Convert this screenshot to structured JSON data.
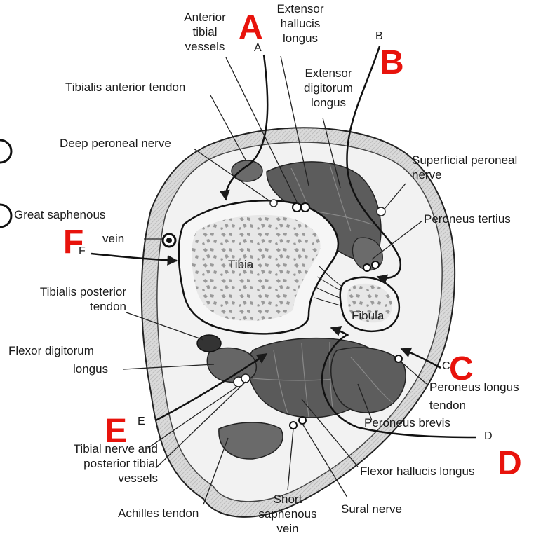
{
  "labels": {
    "anterior_tibial_vessels": "Anterior\ntibial\nvessels",
    "extensor_hallucis_longus": "Extensor\nhallucis\nlongus",
    "extensor_digitorum_longus": "Extensor\ndigitorum\nlongus",
    "tibialis_anterior_tendon": "Tibialis anterior tendon",
    "deep_peroneal_nerve": "Deep peroneal nerve",
    "superficial_peroneal_nerve": "Superficial peroneal\nnerve",
    "great_saphenous_vein": "Great saphenous",
    "vein": "vein",
    "peroneus_tertius": "Peroneus tertius",
    "tibia": "Tibia",
    "fibula": "Fibula",
    "tibialis_posterior_tendon": "Tibialis posterior\ntendon",
    "flexor_digitorum_longus_1": "Flexor digitorum",
    "flexor_digitorum_longus_2": "longus",
    "peroneus_longus_tendon_1": "Peroneus longus",
    "peroneus_longus_tendon_2": "tendon",
    "peroneus_brevis": "Peroneus brevis",
    "tibial_nerve": "Tibial nerve and\nposterior tibial\nvessels",
    "flexor_hallucis_longus": "Flexor hallucis longus",
    "achilles_tendon": "Achilles tendon",
    "short_saphenous_vein": "Short\nsaphenous\nvein",
    "sural_nerve": "Sural nerve"
  },
  "approach_letters": {
    "a": "A",
    "b": "B",
    "c": "C",
    "d": "D",
    "e": "E",
    "f": "F"
  },
  "red_markers": {
    "a": "A",
    "b": "B",
    "c": "C",
    "d": "D",
    "e": "E",
    "f": "F"
  },
  "colors": {
    "marker_red": "#e8130c",
    "ink": "#1a1a1a",
    "muscle": "#5a5a5a",
    "bone": "#ebebeb",
    "skin": "#dcdcdc"
  }
}
